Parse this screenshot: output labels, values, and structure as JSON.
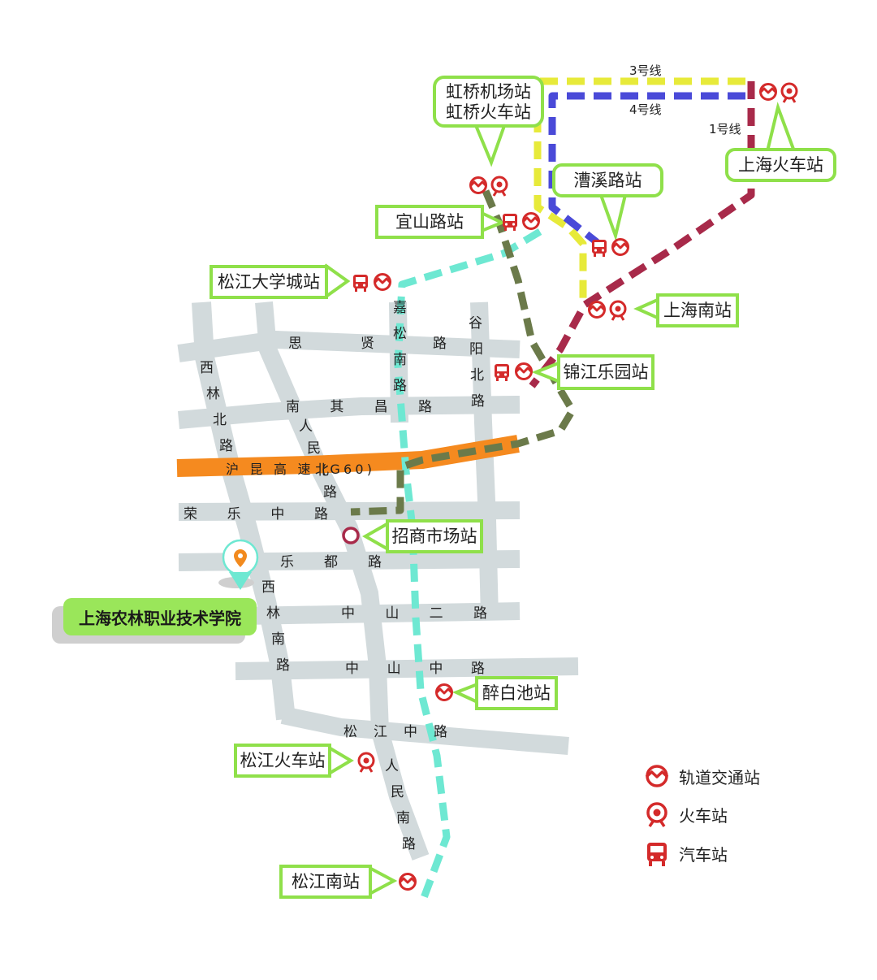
{
  "lines": {
    "line3": {
      "label": "3号线",
      "color": "#e7ea3a"
    },
    "line4": {
      "label": "4号线",
      "color": "#4a4ad8"
    },
    "line1": {
      "label": "1号线",
      "color": "#a82a4a"
    },
    "line9": {
      "color": "#6ee8d2"
    },
    "line12": {
      "color": "#6b7a4a"
    }
  },
  "expressway": {
    "label": "沪 昆 高 速 (G60)",
    "color": "#f58a1f"
  },
  "roads": [
    {
      "id": "sixian",
      "label": "思 贤 路"
    },
    {
      "id": "nanqichang",
      "label": "南 其 昌 路"
    },
    {
      "id": "rongle",
      "label": "荣 乐 中 路"
    },
    {
      "id": "ledu",
      "label": "乐 都 路"
    },
    {
      "id": "zhongshan2",
      "label": "中 山 二 路"
    },
    {
      "id": "zhongshanzhong",
      "label": "中 山 中 路"
    },
    {
      "id": "songjiangzhong",
      "label": "松 江 中 路"
    },
    {
      "id": "xilinbei",
      "label": "西林北路"
    },
    {
      "id": "xilinnan",
      "label": "西林南路"
    },
    {
      "id": "renminbei",
      "label": "人民北路"
    },
    {
      "id": "renminnan",
      "label": "人民南路"
    },
    {
      "id": "jiasongnan",
      "label": "嘉松南路"
    },
    {
      "id": "guyangbei",
      "label": "谷阳北路"
    }
  ],
  "stations": {
    "hongqiao": {
      "line1": "虹桥机场站",
      "line2": "虹桥火车站"
    },
    "shanghai": "上海火车站",
    "caoxi": "漕溪路站",
    "yishan": "宜山路站",
    "daxuecheng": "松江大学城站",
    "shanghainan": "上海南站",
    "jinjiang": "锦江乐园站",
    "zhaoshang": "招商市场站",
    "zuibaichi": "醉白池站",
    "songjianghuoche": "松江火车站",
    "songjiangnan": "松江南站"
  },
  "school": "上海农林职业技术学院",
  "legend": {
    "rail": "轨道交通站",
    "train": "火车站",
    "bus": "汽车站"
  },
  "colors": {
    "road": "#d2dadc",
    "callout_border": "#8fe04a",
    "station_red": "#d42a2a",
    "pin": "#f28a1e"
  }
}
